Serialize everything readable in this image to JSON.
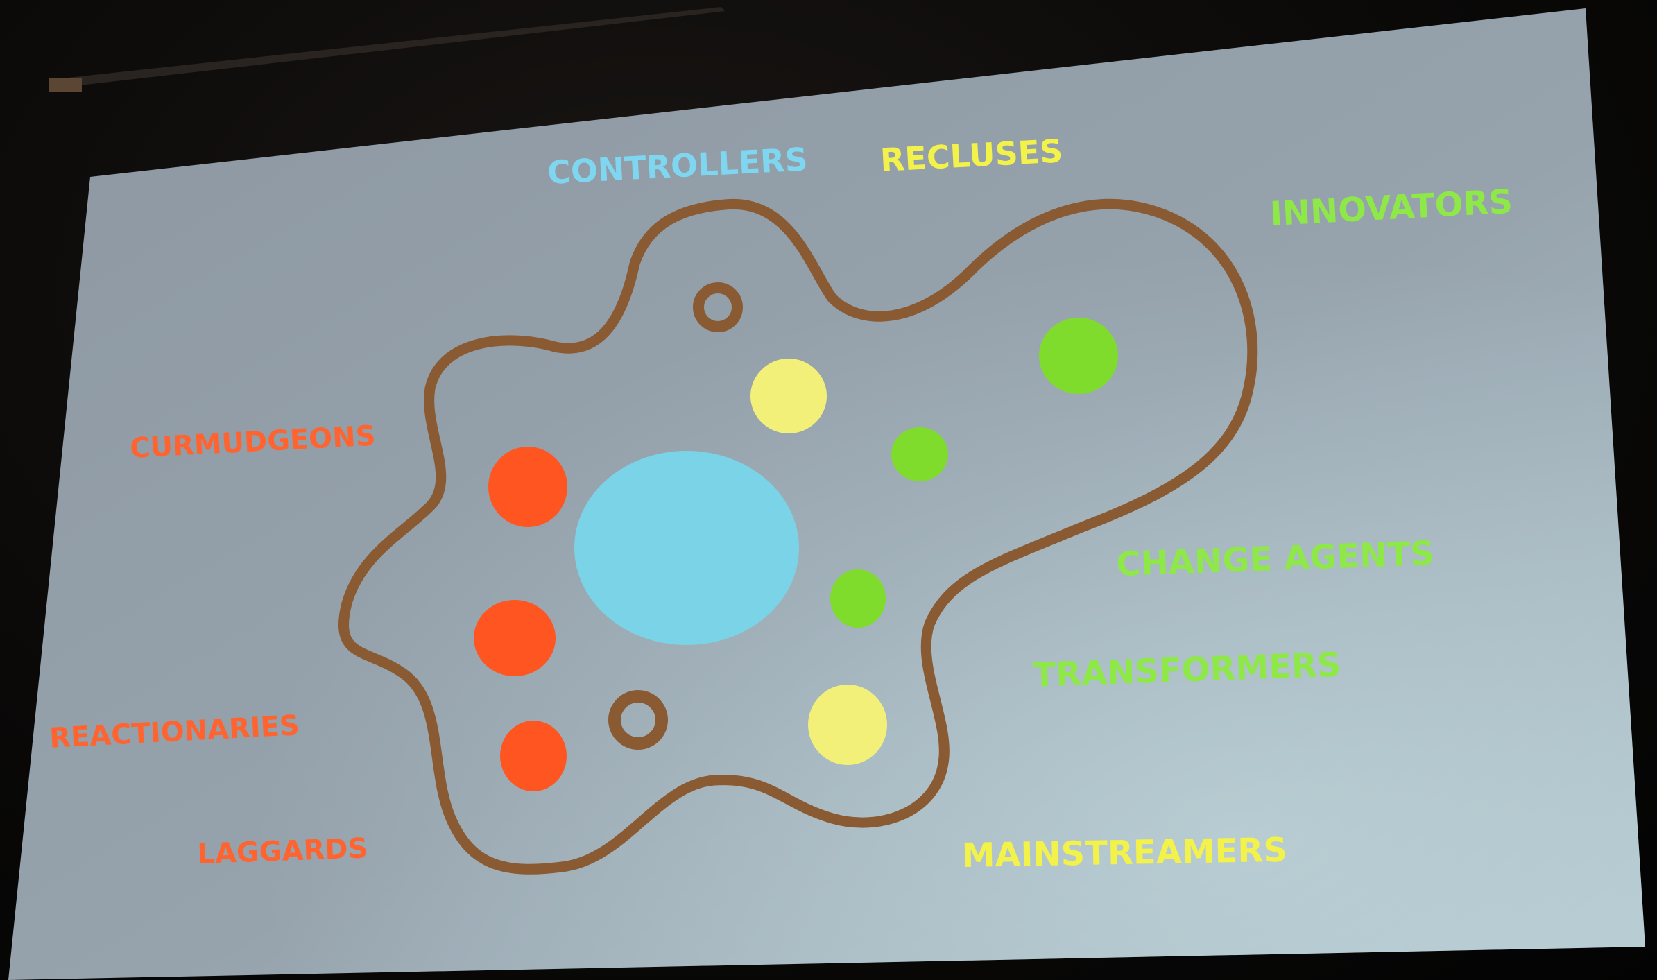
{
  "labels": {
    "controllers": "CONTROLLERS",
    "recluses": "RECLUSES",
    "innovators": "INNOVATORS",
    "curmudgeons": "CURMUDGEONS",
    "change_agents": "CHANGE AGENTS",
    "transformers": "TRANSFORMERS",
    "reactionaries": "REACTIONARIES",
    "laggards": "LAGGARDS",
    "mainstreamers": "MAINSTREAMERS"
  },
  "colors": {
    "screen": "#8f9aa6",
    "membrane": "#8a5a32",
    "nucleus": "#7ad3e6",
    "controllers": "#7fd6f0",
    "recluses": "#f2f24a",
    "innovators_green": "#8ee848",
    "laggards_red": "#ff5a2a",
    "yellow_blob": "#f3f07a",
    "green_blob": "#7fdc2c",
    "red_blob": "#ff5520"
  }
}
